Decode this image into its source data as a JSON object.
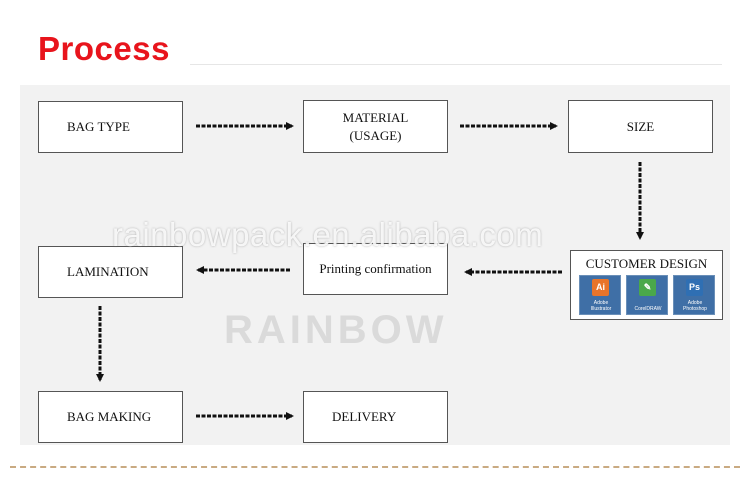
{
  "title": "Process",
  "watermark": {
    "url": "rainbowpack.en.alibaba.com",
    "brand": "RAINBOW"
  },
  "steps": {
    "bag_type": "BAG TYPE",
    "material": "MATERIAL\n(USAGE)",
    "size": "SIZE",
    "customer_design": "CUSTOMER DESIGN",
    "printing_confirmation": "Printing confirmation",
    "lamination": "LAMINATION",
    "bag_making": "BAG MAKING",
    "delivery": "DELIVERY"
  },
  "design_apps": [
    {
      "icon": "illustrator-icon",
      "glyph": "Ai",
      "caption": "Adobe\nIllustrator",
      "color": "#e8742a"
    },
    {
      "icon": "coreldraw-icon",
      "glyph": "✎",
      "caption": "CorelDRAW",
      "color": "#4aa84a"
    },
    {
      "icon": "photoshop-icon",
      "glyph": "Ps",
      "caption": "Adobe\nPhotoshop",
      "color": "#2f6fb3"
    }
  ],
  "colors": {
    "title": "#e8141c",
    "panel": "#f2f2f2",
    "divider": "#c9aa82",
    "arrow": "#111111"
  }
}
